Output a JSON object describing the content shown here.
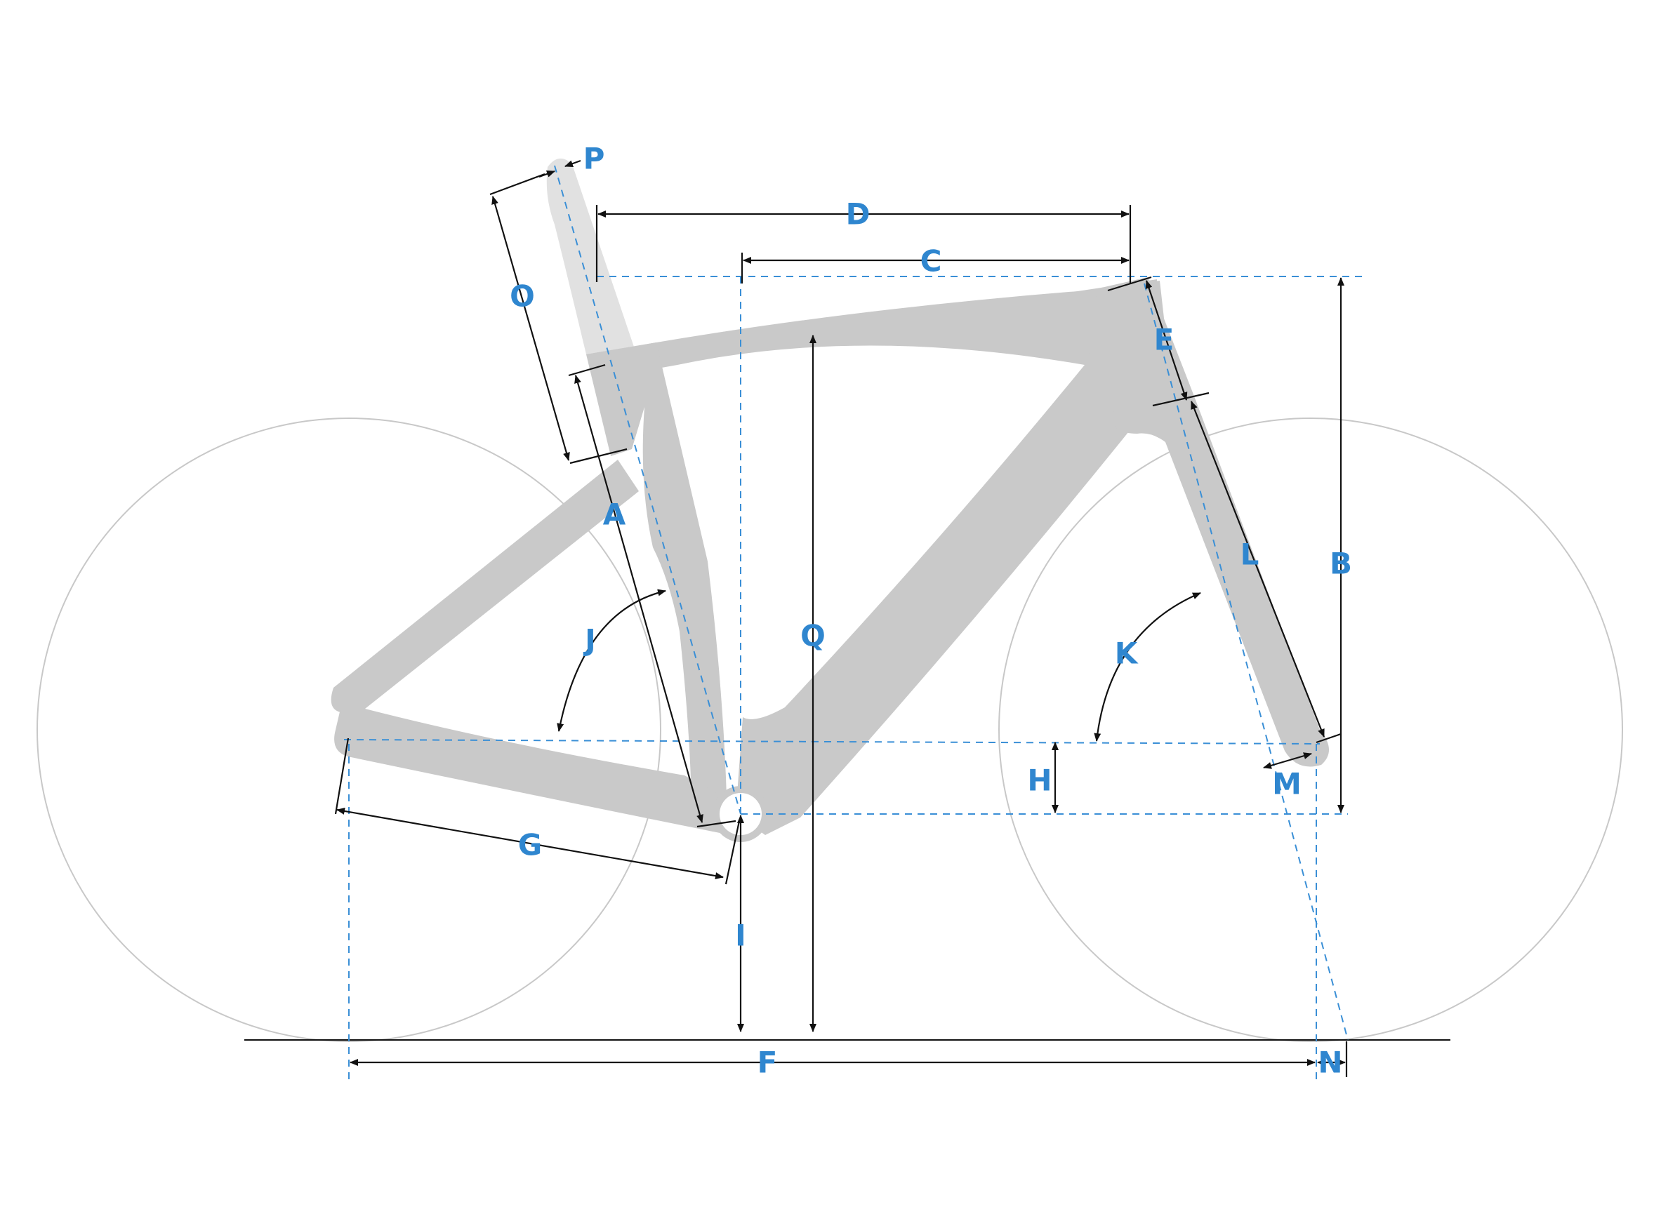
{
  "colors": {
    "background": "#ffffff",
    "frame": "#c9c9c9",
    "seatpost": "#e1e1e1",
    "wheel_outline": "#c8c8c8",
    "guide_dash": "#3a8fd6",
    "dimension_line": "#111111",
    "label": "#2f86cf"
  },
  "icons": {
    "arrowhead": "arrowhead-marker"
  },
  "labels": {
    "P": "P",
    "D": "D",
    "C": "C",
    "O": "O",
    "E": "E",
    "A": "A",
    "L": "L",
    "B": "B",
    "J": "J",
    "K": "K",
    "Q": "Q",
    "H": "H",
    "M": "M",
    "G": "G",
    "I": "I",
    "F": "F",
    "N": "N"
  }
}
